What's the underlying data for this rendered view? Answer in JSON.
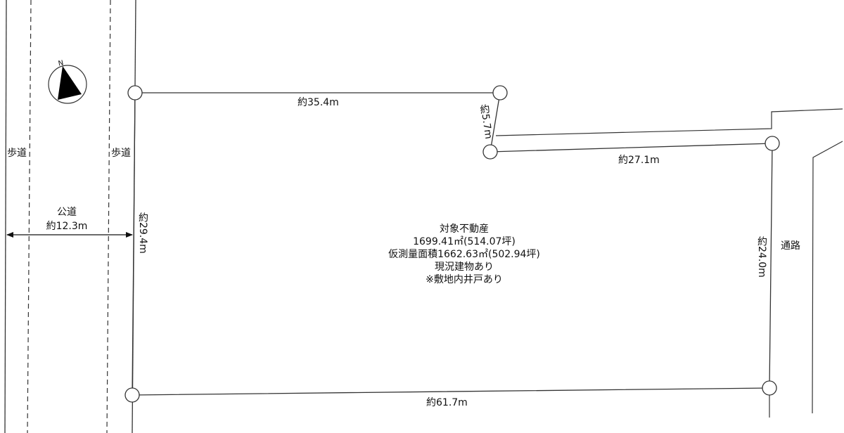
{
  "labels": {
    "top_edge": "約35.4m",
    "short_edge": "約5.7m",
    "inner_edge": "約27.1m",
    "left_edge": "約29.4m",
    "right_edge": "約24.0m",
    "bottom_edge": "約61.7m",
    "sidewalk_left": "歩道",
    "sidewalk_right": "歩道",
    "public_road": "公道",
    "road_width": "約12.3m",
    "passage": "通路",
    "compass_n": "N"
  },
  "property": {
    "title": "対象不動産",
    "area": "1699.41㎡(514.07坪)",
    "survey_area": "仮測量面積1662.63㎡(502.94坪)",
    "building": "現況建物あり",
    "note": "※敷地内井戸あり"
  },
  "colors": {
    "line": "#333333",
    "compass_fill": "#000000"
  }
}
